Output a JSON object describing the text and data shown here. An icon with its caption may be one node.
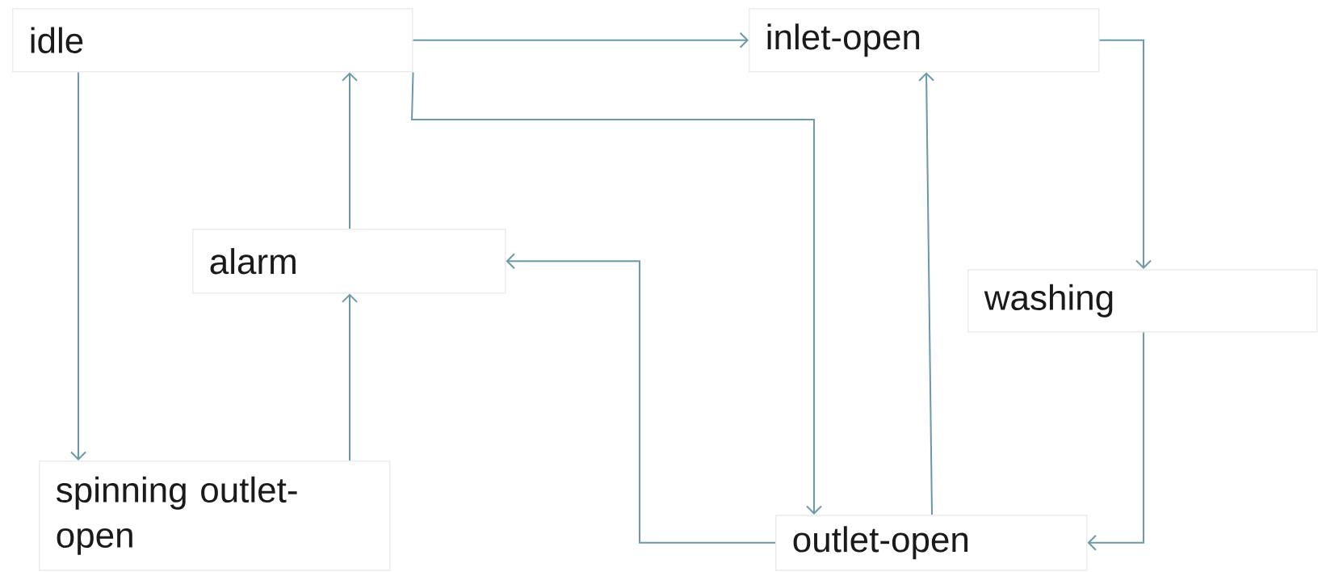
{
  "diagram": {
    "nodes": [
      {
        "text": [
          "idle"
        ]
      },
      {
        "text": [
          "inlet-open"
        ]
      },
      {
        "text": [
          "alarm"
        ]
      },
      {
        "text": [
          "washing"
        ]
      },
      {
        "text": [
          "spinning outlet-open"
        ]
      },
      {
        "text": [
          "outlet-open"
        ]
      }
    ],
    "edges": [
      {
        "from": 0,
        "to": 1,
        "arrow": "to"
      },
      {
        "from": 0,
        "to": 5,
        "arrow": "to"
      },
      {
        "from": 0,
        "to": 4,
        "arrow": "to"
      },
      {
        "from": 2,
        "to": 0,
        "arrow": "to"
      },
      {
        "from": 4,
        "to": 2,
        "arrow": "to"
      },
      {
        "from": 5,
        "to": 2,
        "arrow": "to"
      },
      {
        "from": 5,
        "to": 1,
        "arrow": "to"
      },
      {
        "from": 1,
        "to": 3,
        "arrow": "to"
      },
      {
        "from": 3,
        "to": 5,
        "arrow": "to"
      }
    ]
  }
}
